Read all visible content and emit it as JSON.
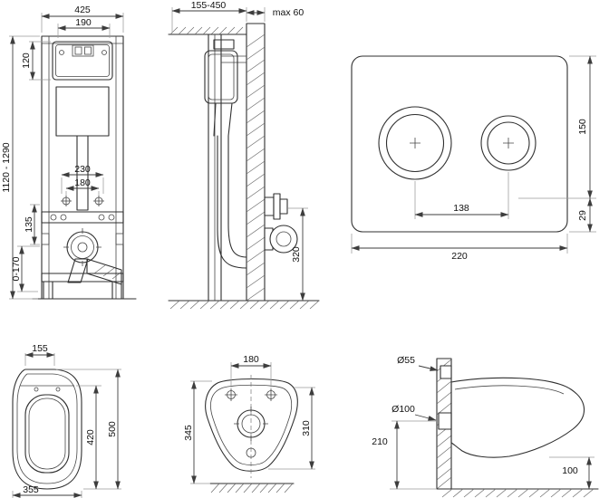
{
  "frame_front": {
    "width_total": "425",
    "width_cistern": "190",
    "cistern_height": "120",
    "height_range": "1120 - 1290",
    "span_outer": "230",
    "span_inner": "180",
    "drain_offset": "135",
    "foot_range": "0-170"
  },
  "frame_side": {
    "depth_range": "155-450",
    "wall_max": "max 60",
    "outlet_height": "320"
  },
  "flush_plate": {
    "height": "150",
    "button_offset": "29",
    "button_spacing": "138",
    "width": "220"
  },
  "bowl_top": {
    "back_width": "155",
    "seat_length": "420",
    "total_length": "500",
    "width": "355"
  },
  "bowl_front": {
    "bolt_spacing": "180",
    "depth_total": "345",
    "depth_bowl": "310"
  },
  "bowl_side": {
    "inlet_diameter": "Ø55",
    "outlet_diameter": "Ø100",
    "outlet_height": "210",
    "front_clearance": "100"
  }
}
